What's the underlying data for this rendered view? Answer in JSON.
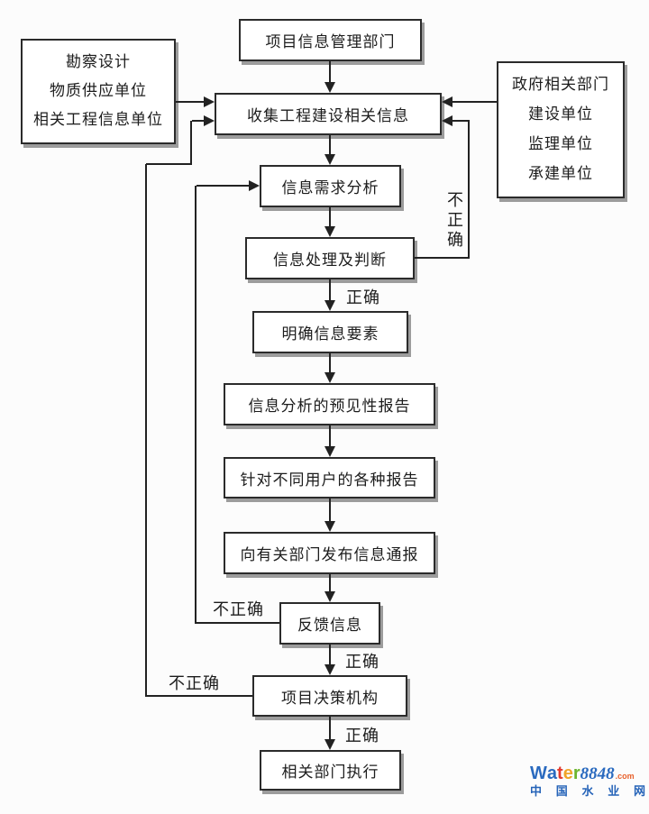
{
  "diagram": {
    "nodes": {
      "project_info_dept": {
        "label": "项目信息管理部门"
      },
      "external_left": {
        "lines": [
          "勘察设计",
          "物质供应单位",
          "相关工程信息单位"
        ]
      },
      "external_right": {
        "lines": [
          "政府相关部门",
          "建设单位",
          "监理单位",
          "承建单位"
        ]
      },
      "collect_info": {
        "label": "收集工程建设相关信息"
      },
      "demand_analysis": {
        "label": "信息需求分析"
      },
      "process_judge": {
        "label": "信息处理及判断"
      },
      "clarify_elements": {
        "label": "明确信息要素"
      },
      "forecast_report": {
        "label": "信息分析的预见性报告"
      },
      "user_reports": {
        "label": "针对不同用户的各种报告"
      },
      "publish_notice": {
        "label": "向有关部门发布信息通报"
      },
      "feedback_info": {
        "label": "反馈信息"
      },
      "decision_body": {
        "label": "项目决策机构"
      },
      "dept_execute": {
        "label": "相关部门执行"
      }
    },
    "edge_labels": {
      "correct": "正确",
      "incorrect": "不正确"
    },
    "line_color": "#222222"
  },
  "watermark": {
    "brand_letters": [
      {
        "ch": "W",
        "color": "#2a6abf"
      },
      {
        "ch": "a",
        "color": "#2a6abf"
      },
      {
        "ch": "t",
        "color": "#e23a2e"
      },
      {
        "ch": "e",
        "color": "#f0a428"
      },
      {
        "ch": "r",
        "color": "#6cb52e"
      }
    ],
    "brand_number": "8848",
    "brand_suffix": ".com",
    "site_chars": [
      "中",
      "国",
      "水",
      "业",
      "网"
    ],
    "colors": {
      "number": "#2a6abf",
      "suffix": "#e8612c",
      "site": "#2563b8"
    }
  }
}
